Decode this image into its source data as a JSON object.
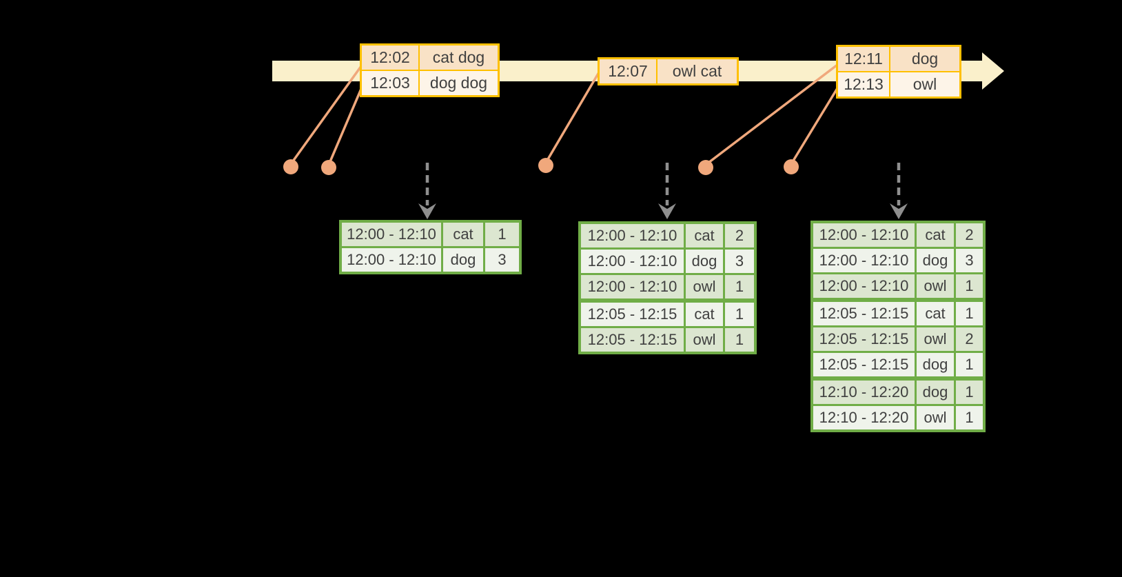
{
  "diagram_title": "windowed-word-count-timeline",
  "colors": {
    "background": "#000000",
    "timeline_band": "#FAF0CB",
    "event_border": "#FFC000",
    "event_row_dark": "#F9E2C6",
    "event_row_light": "#FDF4E8",
    "connector": "#F0A87C",
    "arrow_gray": "#8F8F8F",
    "result_border": "#70AD47",
    "result_row_dark": "#DCE6D0",
    "result_row_light": "#EFF3EB",
    "text": "#404040"
  },
  "event_tables": [
    {
      "rows": [
        [
          "12:02",
          "cat dog"
        ],
        [
          "12:03",
          "dog dog"
        ]
      ]
    },
    {
      "rows": [
        [
          "12:07",
          "owl cat"
        ]
      ]
    },
    {
      "rows": [
        [
          "12:11",
          "dog"
        ],
        [
          "12:13",
          "owl"
        ]
      ]
    }
  ],
  "result_tables": [
    {
      "rows": [
        [
          "12:00 - 12:10",
          "cat",
          "1"
        ],
        [
          "12:00 - 12:10",
          "dog",
          "3"
        ]
      ]
    },
    {
      "rows": [
        [
          "12:00 - 12:10",
          "cat",
          "2"
        ],
        [
          "12:00 - 12:10",
          "dog",
          "3"
        ],
        [
          "12:00 - 12:10",
          "owl",
          "1"
        ],
        [
          "12:05 - 12:15",
          "cat",
          "1"
        ],
        [
          "12:05 - 12:15",
          "owl",
          "1"
        ]
      ]
    },
    {
      "rows": [
        [
          "12:00 - 12:10",
          "cat",
          "2"
        ],
        [
          "12:00 - 12:10",
          "dog",
          "3"
        ],
        [
          "12:00 - 12:10",
          "owl",
          "1"
        ],
        [
          "12:05 - 12:15",
          "cat",
          "1"
        ],
        [
          "12:05 - 12:15",
          "owl",
          "2"
        ],
        [
          "12:05 - 12:15",
          "dog",
          "1"
        ],
        [
          "12:10 - 12:20",
          "dog",
          "1"
        ],
        [
          "12:10 - 12:20",
          "owl",
          "1"
        ]
      ]
    }
  ]
}
